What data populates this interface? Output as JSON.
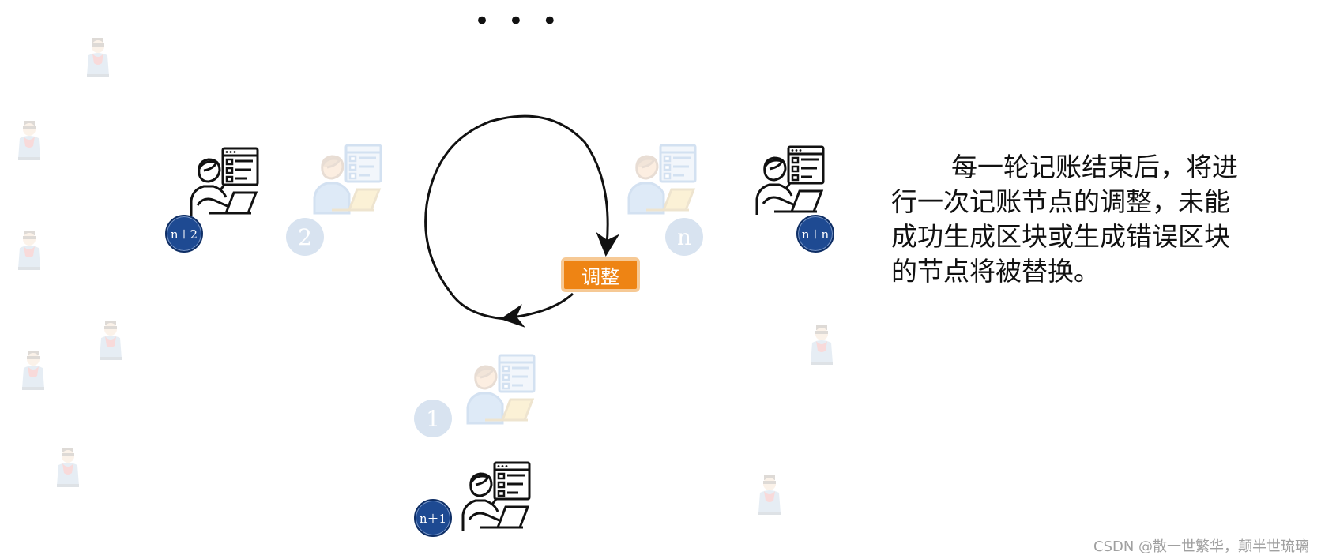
{
  "top_marker": "• • •",
  "badges": {
    "n_plus_2": "n＋2",
    "two": "2",
    "n": "n",
    "n_plus_n": "n＋n",
    "one": "1",
    "n_plus_1": "n＋1"
  },
  "adjust_label": "调整",
  "caption": "每一轮记账结束后，将进行一次记账节点的调整，未能成功生成区块或生成错误区块的节点将被替换。",
  "watermark": "CSDN @散一世繁华，颠半世琉璃",
  "icons": {
    "background_person": "person-icon",
    "worker": "worker-laptop-icon",
    "cycle": "cycle-arrow-icon"
  },
  "colors": {
    "badge_blue": "#1e4a92",
    "adjust_orange": "#ee8414",
    "faded_blue": "#d8e3f0"
  }
}
